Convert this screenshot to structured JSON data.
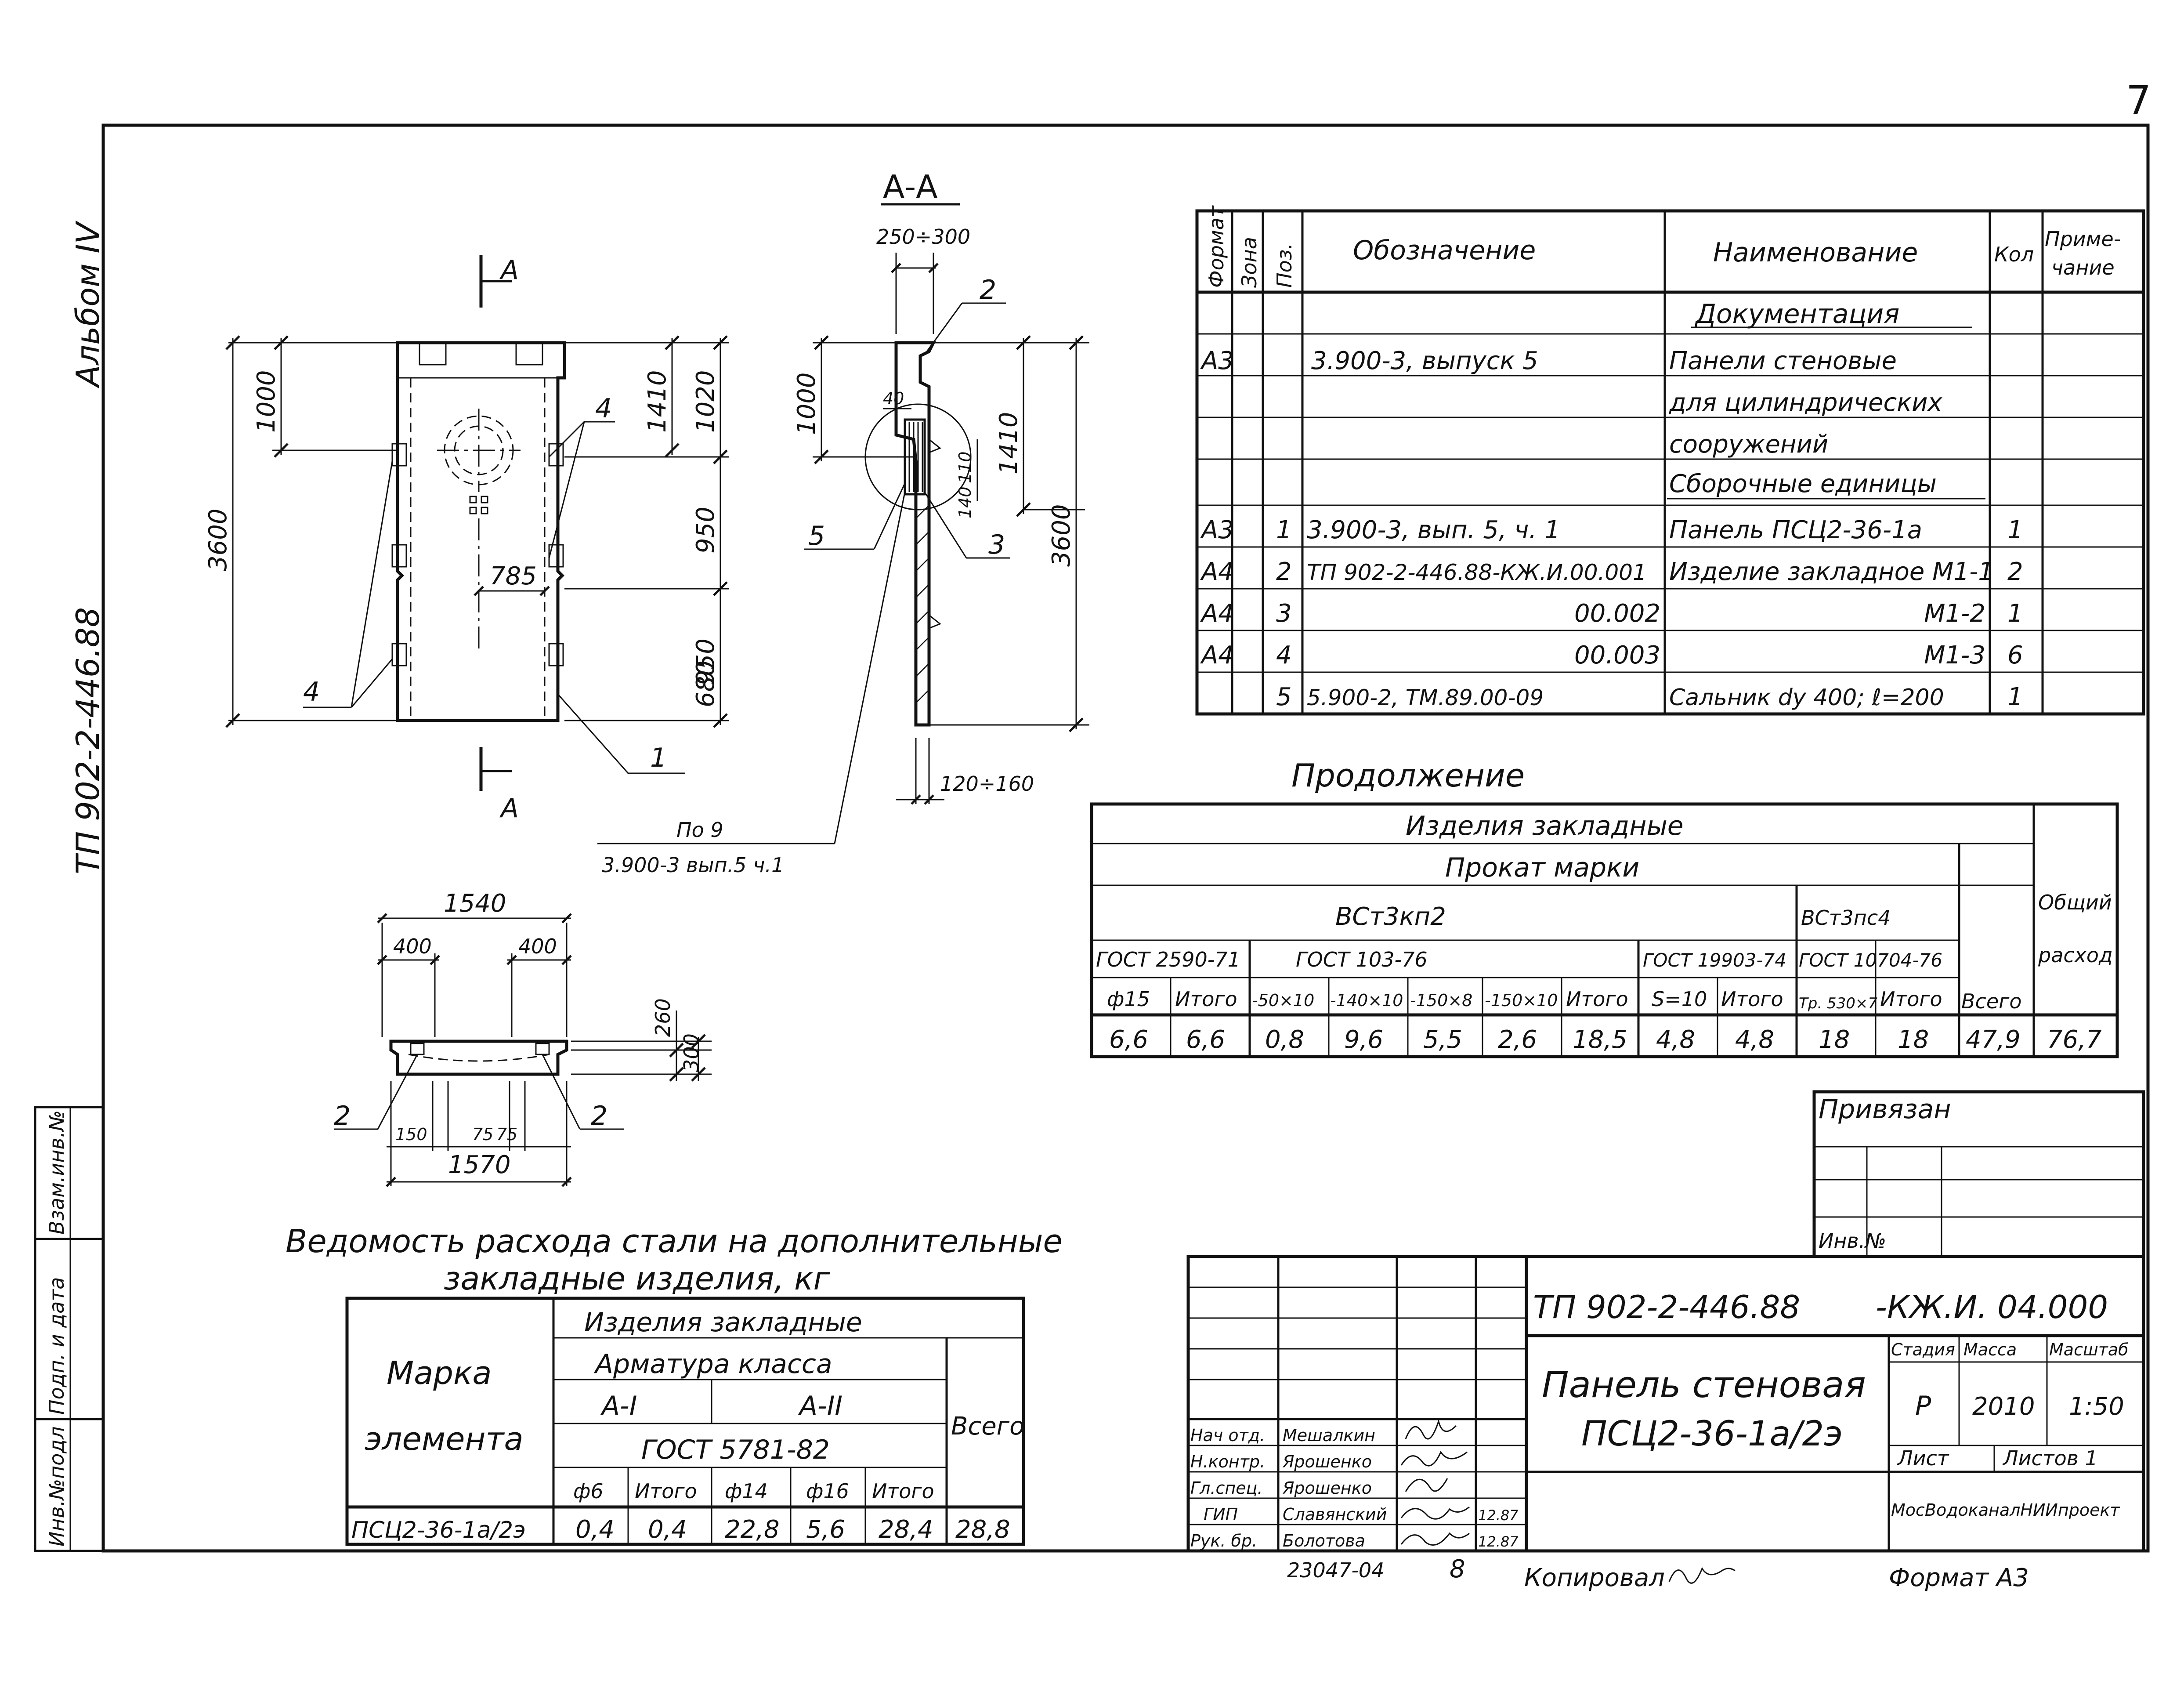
{
  "page_number": "7",
  "side_album": "Альбом IV",
  "side_project": "ТП 902-2-446.88",
  "side_stamp": [
    "Инв.№подл",
    "Подп. и дата",
    "Взам.инв.№"
  ],
  "section": {
    "title": "А-А",
    "dim_top": "250÷300",
    "dim_bottom": "120÷160",
    "dim_1000": "1000",
    "dim_1410": "1410",
    "dim_3600": "3600",
    "dim_40": "40",
    "dim_110": "110",
    "dim_140": "140",
    "label_2": "2",
    "label_5": "5",
    "label_3": "3",
    "ref_line1": "По 9",
    "ref_line2": "3.900-3 вып.5 ч.1"
  },
  "front": {
    "cut_a": "А",
    "dim_3600": "3600",
    "dim_1000": "1000",
    "dim_1410": "1410",
    "dim_1020": "1020",
    "dim_950a": "950",
    "dim_950b": "950",
    "dim_680": "680",
    "dim_785": "785",
    "label_4a": "4",
    "label_4b": "4",
    "label_1": "1"
  },
  "plan": {
    "dim_1540": "1540",
    "dim_400a": "400",
    "dim_400b": "400",
    "dim_260": "260",
    "dim_300": "300",
    "dim_150": "150",
    "dim_75a": "75",
    "dim_75b": "75",
    "dim_1570": "1570",
    "label_2a": "2",
    "label_2b": "2"
  },
  "spec": {
    "headers": [
      "Формат",
      "Зона",
      "Поз.",
      "Обозначение",
      "Наименование",
      "Кол",
      "Приме-\nчание"
    ],
    "sections": [
      "Документация",
      "Сборочные единицы"
    ],
    "rows": [
      {
        "format": "А3",
        "pos": "",
        "designation": "3.900-3, выпуск 5",
        "name": "Панели стеновые",
        "qty": ""
      },
      {
        "format": "",
        "pos": "",
        "designation": "",
        "name": "для цилиндрических",
        "qty": ""
      },
      {
        "format": "",
        "pos": "",
        "designation": "",
        "name": "сооружений",
        "qty": ""
      },
      {
        "format": "А3",
        "pos": "1",
        "designation": "3.900-3, вып. 5, ч. 1",
        "name": "Панель ПСЦ2-36-1а",
        "qty": "1"
      },
      {
        "format": "А4",
        "pos": "2",
        "designation": "ТП 902-2-446.88-КЖ.И.00.001",
        "name": "Изделие закладное М1-1",
        "qty": "2"
      },
      {
        "format": "А4",
        "pos": "3",
        "designation": "00.002",
        "name": "М1-2",
        "qty": "1"
      },
      {
        "format": "А4",
        "pos": "4",
        "designation": "00.003",
        "name": "М1-3",
        "qty": "6"
      },
      {
        "format": "",
        "pos": "5",
        "designation": "5.900-2,     ТМ.89.00-09",
        "name": "Сальник dy 400; ℓ=200",
        "qty": "1"
      }
    ]
  },
  "cont": {
    "title": "Продолжение",
    "h_items": "Изделия закладные",
    "h_prokat": "Прокат марки",
    "h_total_all": "Общий расход",
    "h_vst3": "ВСт3кп2",
    "h_vst3ps": "ВСт3пс4",
    "h_vsego": "Всего",
    "gost": [
      "ГОСТ 2590-71",
      "ГОСТ 103-76",
      "ГОСТ 19903-74",
      "ГОСТ 10704-76"
    ],
    "cols": [
      "ф15",
      "Итого",
      "-50×10",
      "-140×10",
      "-150×8",
      "-150×10",
      "Итого",
      "S=10",
      "Итого",
      "Тр. 530×7",
      "Итого"
    ],
    "values": [
      "6,6",
      "6,6",
      "0,8",
      "9,6",
      "5,5",
      "2,6",
      "18,5",
      "4,8",
      "4,8",
      "18",
      "18",
      "47,9",
      "76,7"
    ]
  },
  "privyazan": {
    "title": "Привязан",
    "inv": "Инв.№"
  },
  "steel": {
    "title1": "Ведомость расхода стали на дополнительные",
    "title2": "закладные изделия, кг",
    "mark_l1": "Марка",
    "mark_l2": "элемента",
    "h_items": "Изделия закладные",
    "h_arm": "Арматура класса",
    "h_a1": "А-I",
    "h_a2": "А-II",
    "h_gost": "ГОСТ 5781-82",
    "h_vsego": "Всего",
    "cols": [
      "ф6",
      "Итого",
      "ф14",
      "ф16",
      "Итого"
    ],
    "row_mark": "ПСЦ2-36-1а/2э",
    "row_values": [
      "0,4",
      "0,4",
      "22,8",
      "5,6",
      "28,4",
      "28,8"
    ]
  },
  "titleblock": {
    "code": "ТП 902-2-446.88",
    "code2": "-КЖ.И. 04.000",
    "name1": "Панель стеновая",
    "name2": "ПСЦ2-36-1а/2э",
    "h_stage": "Стадия",
    "h_mass": "Масса",
    "h_scale": "Масштаб",
    "stage": "Р",
    "mass": "2010",
    "scale": "1:50",
    "sheet": "Лист",
    "sheets": "Листов 1",
    "org": "МосВодоканалНИИпроект",
    "roles": [
      "Нач отд.",
      "Н.контр.",
      "Гл.спец.",
      "ГИП",
      "Рук. бр."
    ],
    "names": [
      "Мешалкин",
      "Ярошенко",
      "Ярошенко",
      "Славянский",
      "Болотова"
    ],
    "dates": [
      "",
      "",
      "",
      "12.87",
      "12.87"
    ]
  },
  "footer": {
    "num": "23047-04",
    "n8": "8",
    "copied": "Копировал",
    "format": "Формат А3"
  }
}
